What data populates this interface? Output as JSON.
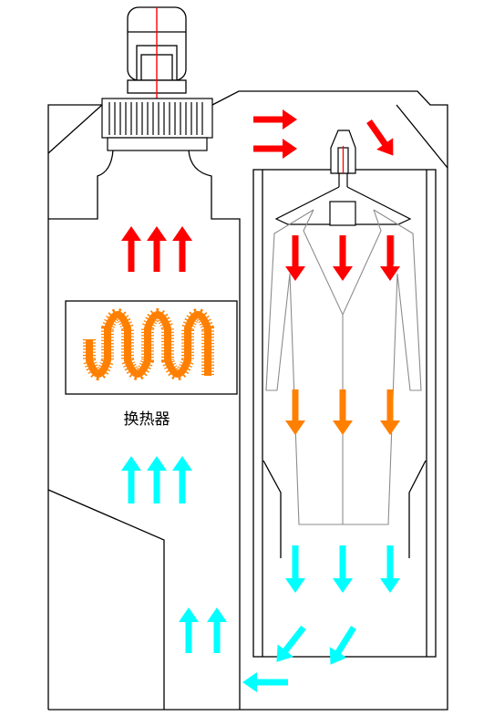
{
  "heat_exchanger": {
    "label": "换热器"
  },
  "colors": {
    "hot_air": "#ff0000",
    "warm_air": "#ff8000",
    "cool_air": "#00ffff",
    "outline": "#000000",
    "coat": "#8c8c8c",
    "fan_axis": "#ff0000"
  },
  "icons": {
    "motor": "motor-icon",
    "fan": "fan-impeller-icon",
    "heater_coil": "heating-coil-icon",
    "hanger": "hanger-icon",
    "coat": "coat-icon"
  },
  "airflow": {
    "hot": "hot-air-arrows",
    "warm": "warm-air-arrows",
    "cool": "cool-air-arrows"
  }
}
